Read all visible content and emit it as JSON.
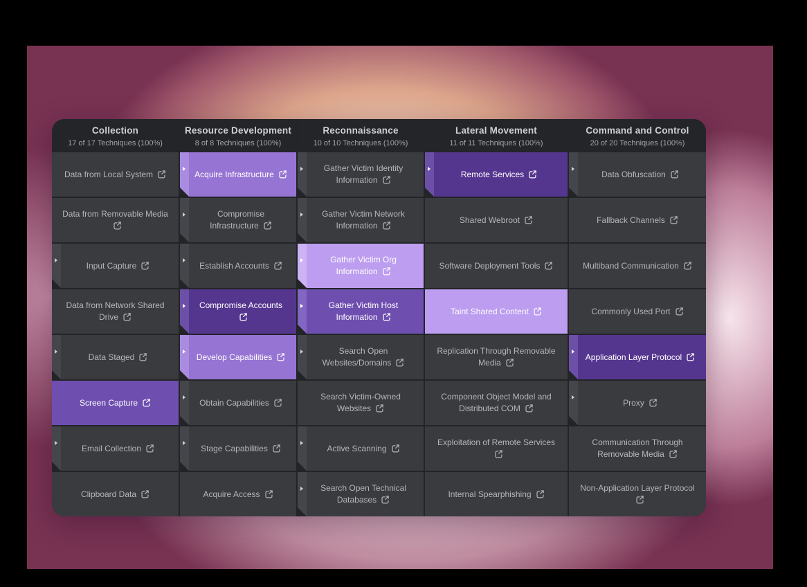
{
  "matrix": {
    "columns": [
      {
        "name": "Collection",
        "subtitle": "17 of 17 Techniques (100%)",
        "techniques": [
          {
            "label": "Data from Local System",
            "expand": false,
            "shade": "none"
          },
          {
            "label": "Data from Removable Media",
            "expand": false,
            "shade": "none"
          },
          {
            "label": "Input Capture",
            "expand": true,
            "shade": "none"
          },
          {
            "label": "Data from Network Shared Drive",
            "expand": false,
            "shade": "none"
          },
          {
            "label": "Data Staged",
            "expand": true,
            "shade": "none"
          },
          {
            "label": "Screen Capture",
            "expand": false,
            "shade": "mediumdark"
          },
          {
            "label": "Email Collection",
            "expand": true,
            "shade": "none"
          },
          {
            "label": "Clipboard Data",
            "expand": false,
            "shade": "none"
          }
        ]
      },
      {
        "name": "Resource Development",
        "subtitle": "8 of 8 Techniques (100%)",
        "techniques": [
          {
            "label": "Acquire Infrastructure",
            "expand": true,
            "shade": "medium"
          },
          {
            "label": "Compromise Infrastructure",
            "expand": true,
            "shade": "none"
          },
          {
            "label": "Establish Accounts",
            "expand": true,
            "shade": "none"
          },
          {
            "label": "Compromise Accounts",
            "expand": true,
            "shade": "dark"
          },
          {
            "label": "Develop Capabilities",
            "expand": true,
            "shade": "medium"
          },
          {
            "label": "Obtain Capabilities",
            "expand": true,
            "shade": "none"
          },
          {
            "label": "Stage Capabilities",
            "expand": true,
            "shade": "none"
          },
          {
            "label": "Acquire Access",
            "expand": false,
            "shade": "none"
          }
        ]
      },
      {
        "name": "Reconnaissance",
        "subtitle": "10 of 10 Techniques (100%)",
        "techniques": [
          {
            "label": "Gather Victim Identity Information",
            "expand": true,
            "shade": "none"
          },
          {
            "label": "Gather Victim Network Information",
            "expand": true,
            "shade": "none"
          },
          {
            "label": "Gather Victim Org Information",
            "expand": true,
            "shade": "light"
          },
          {
            "label": "Gather Victim Host Information",
            "expand": true,
            "shade": "mediumdark"
          },
          {
            "label": "Search Open Websites/Domains",
            "expand": true,
            "shade": "none"
          },
          {
            "label": "Search Victim-Owned Websites",
            "expand": false,
            "shade": "none"
          },
          {
            "label": "Active Scanning",
            "expand": true,
            "shade": "none"
          },
          {
            "label": "Search Open Technical Databases",
            "expand": true,
            "shade": "none"
          }
        ]
      },
      {
        "name": "Lateral Movement",
        "subtitle": "11 of 11 Techniques (100%)",
        "techniques": [
          {
            "label": "Remote Services",
            "expand": true,
            "shade": "dark"
          },
          {
            "label": "Shared Webroot",
            "expand": false,
            "shade": "none"
          },
          {
            "label": "Software Deployment Tools",
            "expand": false,
            "shade": "none"
          },
          {
            "label": "Taint Shared Content",
            "expand": false,
            "shade": "light"
          },
          {
            "label": "Replication Through Removable Media",
            "expand": false,
            "shade": "none"
          },
          {
            "label": "Component Object Model and Distributed COM",
            "expand": false,
            "shade": "none"
          },
          {
            "label": "Exploitation of Remote Services",
            "expand": false,
            "shade": "none"
          },
          {
            "label": "Internal Spearphishing",
            "expand": false,
            "shade": "none"
          }
        ]
      },
      {
        "name": "Command and Control",
        "subtitle": "20 of 20 Techniques (100%)",
        "techniques": [
          {
            "label": "Data Obfuscation",
            "expand": true,
            "shade": "none"
          },
          {
            "label": "Fallback Channels",
            "expand": false,
            "shade": "none"
          },
          {
            "label": "Multiband Communication",
            "expand": false,
            "shade": "none"
          },
          {
            "label": "Commonly Used Port",
            "expand": false,
            "shade": "none"
          },
          {
            "label": "Application Layer Protocol",
            "expand": true,
            "shade": "dark"
          },
          {
            "label": "Proxy",
            "expand": true,
            "shade": "none"
          },
          {
            "label": "Communication Through Removable Media",
            "expand": false,
            "shade": "none"
          },
          {
            "label": "Non-Application Layer Protocol",
            "expand": false,
            "shade": "none"
          }
        ]
      }
    ]
  },
  "colors": {
    "page_background": "#783252",
    "table_line": "#232428",
    "header_background": "#242529",
    "header_text": "#cfd0d2",
    "subtitle_text": "#a2a4a7",
    "shades": {
      "none": {
        "bg": "#3a3b3f",
        "strip": "#45464b",
        "text": "#b4b6b9",
        "caret": "#cfd1d3"
      },
      "light": {
        "bg": "#bd9def",
        "strip": "#cbb3f4",
        "text": "#ffffff",
        "caret": "#ffffff"
      },
      "medium": {
        "bg": "#9674d3",
        "strip": "#a98ce0",
        "text": "#ffffff",
        "caret": "#ffffff"
      },
      "mediumdark": {
        "bg": "#6e4fb0",
        "strip": "#8266c2",
        "text": "#ffffff",
        "caret": "#ffffff"
      },
      "dark": {
        "bg": "#55368f",
        "strip": "#6c50a8",
        "text": "#ffffff",
        "caret": "#ffffff"
      }
    }
  },
  "icons": {
    "external_link": "external-link-icon",
    "expand_caret": "expand-caret-icon"
  }
}
